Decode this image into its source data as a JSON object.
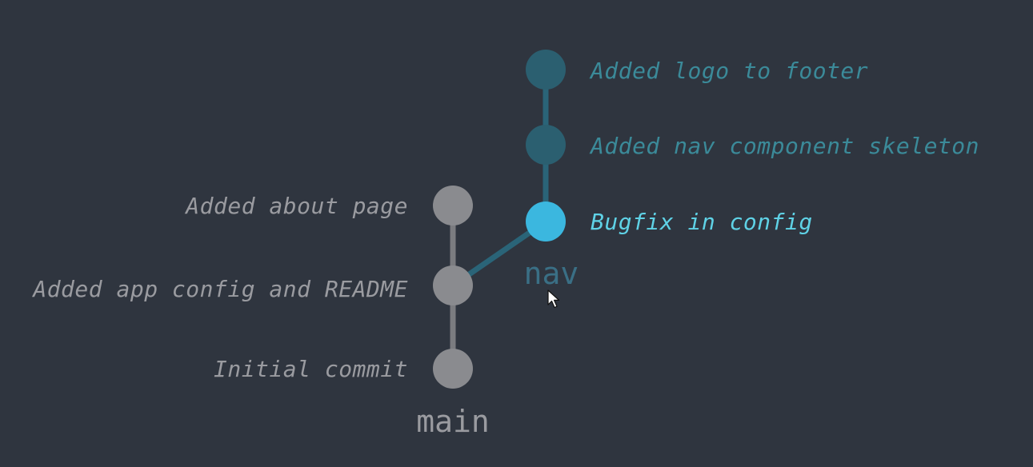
{
  "colors": {
    "background": "#2f353f",
    "main_branch": "#8a8b8f",
    "main_text": "#9a9ba0",
    "nav_branch": "#2a6478",
    "nav_text": "#3b8a99",
    "nav_label": "#3a6f85",
    "head_commit": "#3bb7df",
    "head_text": "#5fd2e6"
  },
  "branches": {
    "main": {
      "label": "main"
    },
    "nav": {
      "label": "nav"
    }
  },
  "commits": {
    "initial": {
      "message": "Initial commit",
      "branch": "main"
    },
    "app_config": {
      "message": "Added app config and README",
      "branch": "main"
    },
    "about_page": {
      "message": "Added about page",
      "branch": "main"
    },
    "bugfix": {
      "message": "Bugfix in config",
      "branch": "nav",
      "is_head": true
    },
    "nav_skeleton": {
      "message": "Added nav component skeleton",
      "branch": "nav"
    },
    "logo_footer": {
      "message": "Added logo to footer",
      "branch": "nav"
    }
  },
  "cursor_icon": "mouse-pointer-icon"
}
